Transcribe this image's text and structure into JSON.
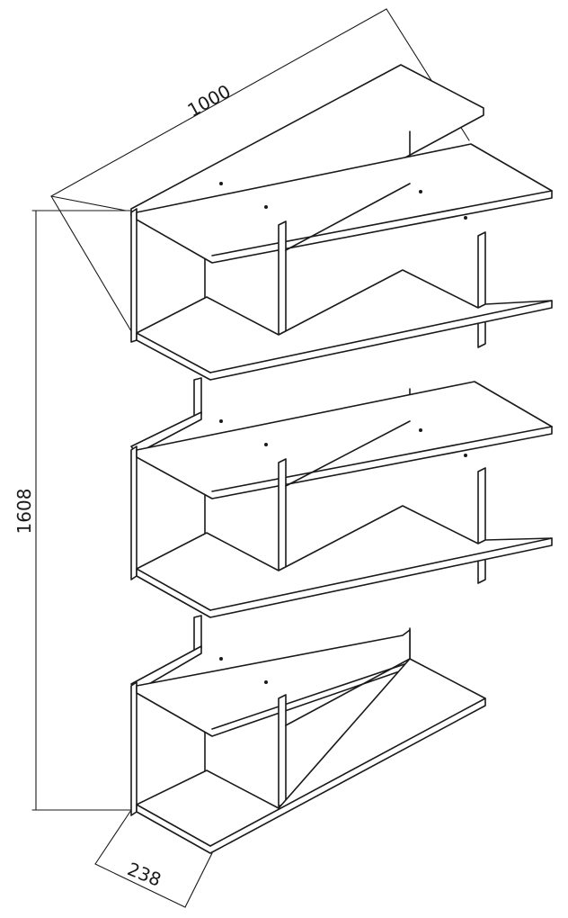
{
  "dimensions": {
    "width": "1000",
    "height": "1608",
    "depth": "238"
  }
}
